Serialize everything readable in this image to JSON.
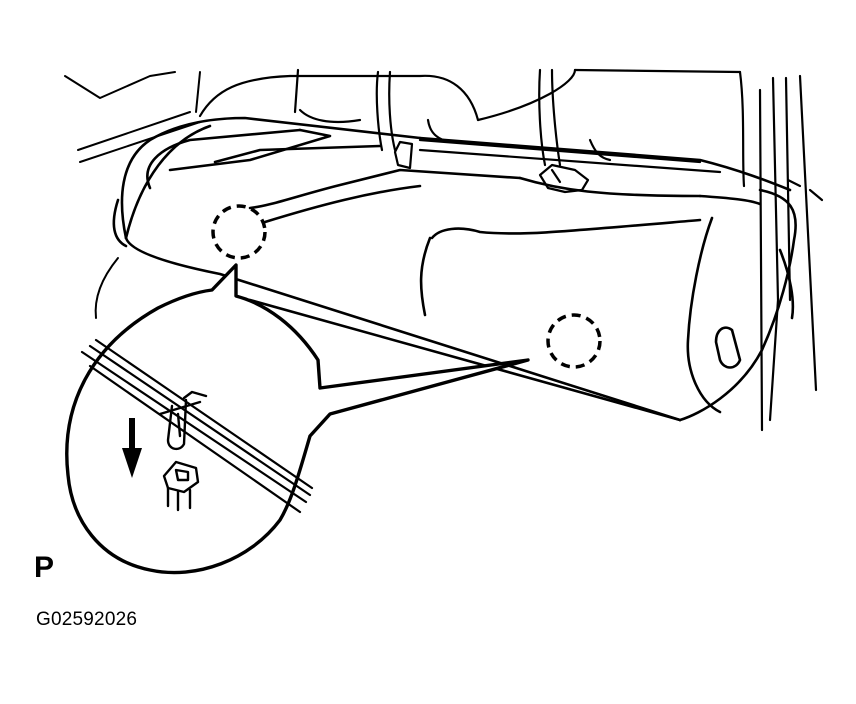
{
  "figure": {
    "view_label": "P",
    "figure_code": "G02592026",
    "ink_color": "#000000",
    "background_color": "#ffffff"
  },
  "callouts": [
    {
      "id": "left-clip-location",
      "style": "dashed-circle"
    },
    {
      "id": "right-clip-location",
      "style": "dashed-circle"
    }
  ],
  "detail": {
    "id": "clip-detail-magnified",
    "arrow_direction": "down",
    "shows": [
      "seat-frame-rail",
      "wire-hook",
      "push-clip"
    ]
  }
}
